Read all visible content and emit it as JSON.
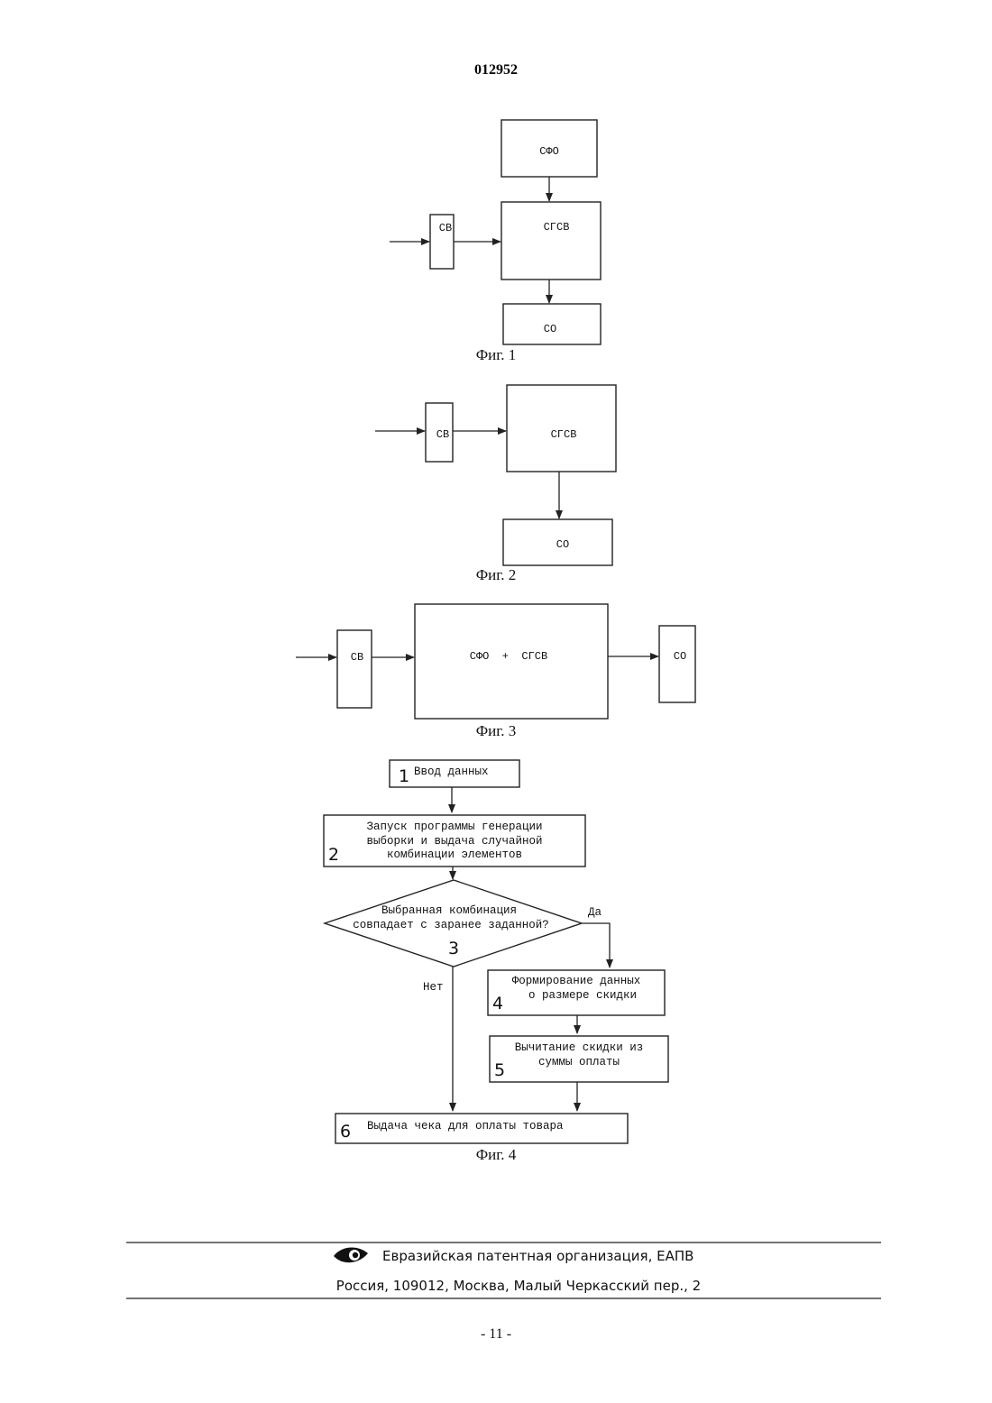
{
  "header": {
    "doc_number": "012952"
  },
  "fig1": {
    "sfo": "СФО",
    "sv": "СВ",
    "sgsv": "СГСВ",
    "so": "СО",
    "caption": "Фиг. 1"
  },
  "fig2": {
    "sv": "СВ",
    "sgsv": "СГСВ",
    "so": "СО",
    "caption": "Фиг. 2"
  },
  "fig3": {
    "sv": "СВ",
    "combined": "СФО  +  СГСВ",
    "so": "СО",
    "caption": "Фиг. 3"
  },
  "fig4": {
    "caption": "Фиг. 4",
    "step1": {
      "num": "1",
      "text": "Ввод данных"
    },
    "step2": {
      "num": "2",
      "lines": [
        "Запуск программы генерации",
        "выборки и выдача случайной",
        "комбинации элементов"
      ]
    },
    "step3": {
      "num": "3",
      "lines": [
        "Выбранная комбинация",
        "совпадает с заранее заданной?"
      ],
      "yes": "Да",
      "no": "Нет"
    },
    "step4": {
      "num": "4",
      "lines": [
        "Формирование данных",
        "о размере скидки"
      ]
    },
    "step5": {
      "num": "5",
      "lines": [
        "Вычитание скидки из",
        "суммы оплаты"
      ]
    },
    "step6": {
      "num": "6",
      "text": "Выдача чека для оплаты товара"
    }
  },
  "footer": {
    "org": "Евразийская патентная организация, ЕАПВ",
    "address": "Россия, 109012, Москва, Малый Черкасский пер., 2",
    "logo_icon": "eye-logo-icon",
    "page_number": "- 11 -"
  }
}
